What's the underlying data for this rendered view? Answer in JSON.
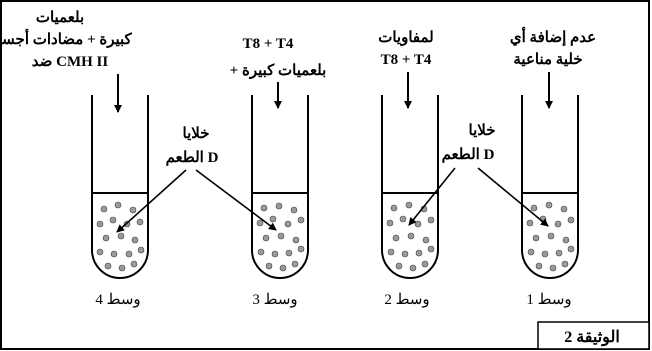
{
  "tubes": [
    {
      "id": "1",
      "medium": "وسط 1",
      "top_label": [
        "عدم إضافة أي",
        "خلية مناعية"
      ]
    },
    {
      "id": "2",
      "medium": "وسط 2",
      "top_label": [
        "لمفاويات",
        "T8 + T4"
      ]
    },
    {
      "id": "3",
      "medium": "وسط 3",
      "top_label": [
        "T8 + T4",
        "+ بلعميات كبيرة"
      ]
    },
    {
      "id": "4",
      "medium": "وسط 4",
      "top_label": [
        "بلعميات",
        "كبيرة + مضادات أجسام",
        "ضد CMH II"
      ]
    }
  ],
  "bait_cell_labels": [
    {
      "lines": [
        "خلايا",
        "الطعم D"
      ]
    },
    {
      "lines": [
        "خلايا",
        "الطعم D"
      ]
    }
  ],
  "document_label": "الوثيقة 2",
  "colors": {
    "ink": "#000000",
    "cell_fill": "#9a9a9a",
    "background": "#ffffff"
  }
}
